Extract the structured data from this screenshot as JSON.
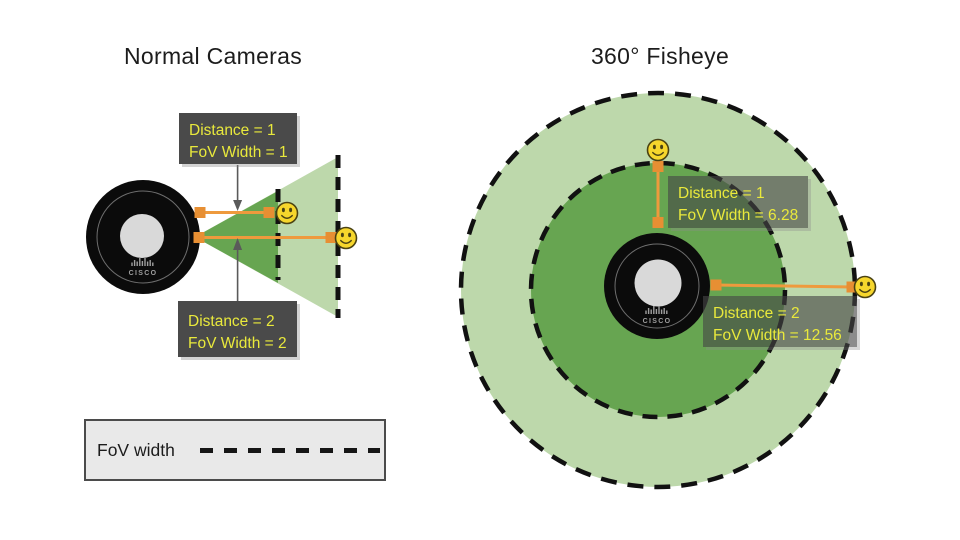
{
  "left_panel": {
    "title": "Normal Cameras",
    "camera_brand": "CISCO",
    "label_d1": {
      "line1": "Distance = 1",
      "line2": "FoV Width = 1"
    },
    "label_d2": {
      "line1": "Distance = 2",
      "line2": "FoV Width = 2"
    }
  },
  "right_panel": {
    "title": "360° Fisheye",
    "camera_brand": "CISCO",
    "label_d1": {
      "line1": "Distance = 1",
      "line2": "FoV Width = 6.28"
    },
    "label_d2": {
      "line1": "Distance = 2",
      "line2": "FoV Width = 12.56"
    }
  },
  "legend": {
    "label": "FoV width"
  },
  "colors": {
    "fov_light_green": "#bdd8ab",
    "fov_dark_green": "#67a551",
    "measure_orange": "#ee9a3d",
    "label_background": "#4a4a4a",
    "label_text_yellow": "#e9e93c",
    "smiley_yellow": "#f6d62c",
    "dash_black": "#111111"
  }
}
